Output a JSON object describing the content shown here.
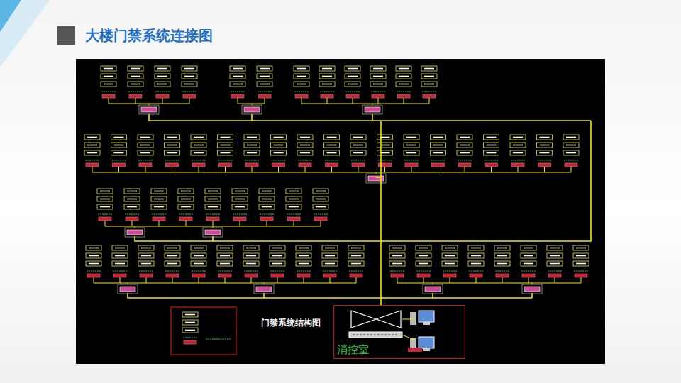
{
  "diagram": {
    "title": "大楼门禁系统连接图",
    "nodes": [
      {
        "text": [
          "消控室"
        ]
      }
    ],
    "labels": [
      "门禁系统结构图"
    ]
  }
}
